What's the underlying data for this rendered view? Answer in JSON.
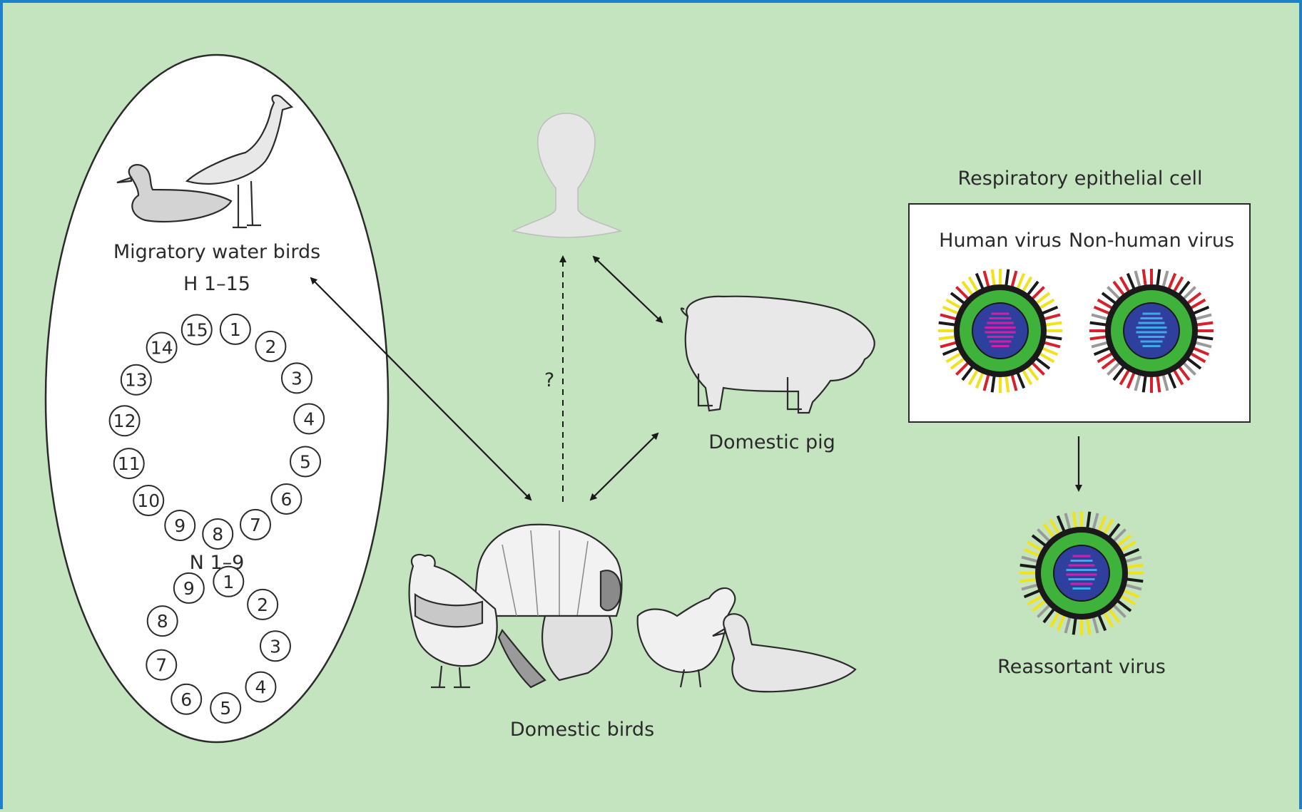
{
  "labels": {
    "migratory": "Migratory water birds",
    "h_title": "H 1–15",
    "n_title": "N 1–9",
    "question": "?",
    "pig": "Domestic pig",
    "birds": "Domestic birds",
    "cell": "Respiratory epithelial cell",
    "human_virus": "Human virus",
    "nonhuman_virus": "Non-human virus",
    "reassortant": "Reassortant virus"
  },
  "h_subtypes": [
    "1",
    "2",
    "3",
    "4",
    "5",
    "6",
    "7",
    "8",
    "9",
    "10",
    "11",
    "12",
    "13",
    "14",
    "15"
  ],
  "n_subtypes": [
    "1",
    "2",
    "3",
    "4",
    "5",
    "6",
    "7",
    "8",
    "9"
  ],
  "colors": {
    "background": "#c4e3bf",
    "frame": "#1f7fc9",
    "envelope_green": "#3fb23c",
    "core_blue": "#2f3f9d",
    "human_segments": "#d020a8",
    "nonhuman_segments": "#3fa8e8",
    "spike_yellow": "#f2e21c",
    "spike_red": "#d8202a",
    "spike_black": "#1a1a1a",
    "silhouette_grey": "#e6e6e6"
  },
  "icons": [
    "human-silhouette-icon",
    "pig-icon",
    "duck-icon",
    "goose-icon",
    "rooster-icon",
    "turkey-icon",
    "hen-icon",
    "virus-icon"
  ]
}
